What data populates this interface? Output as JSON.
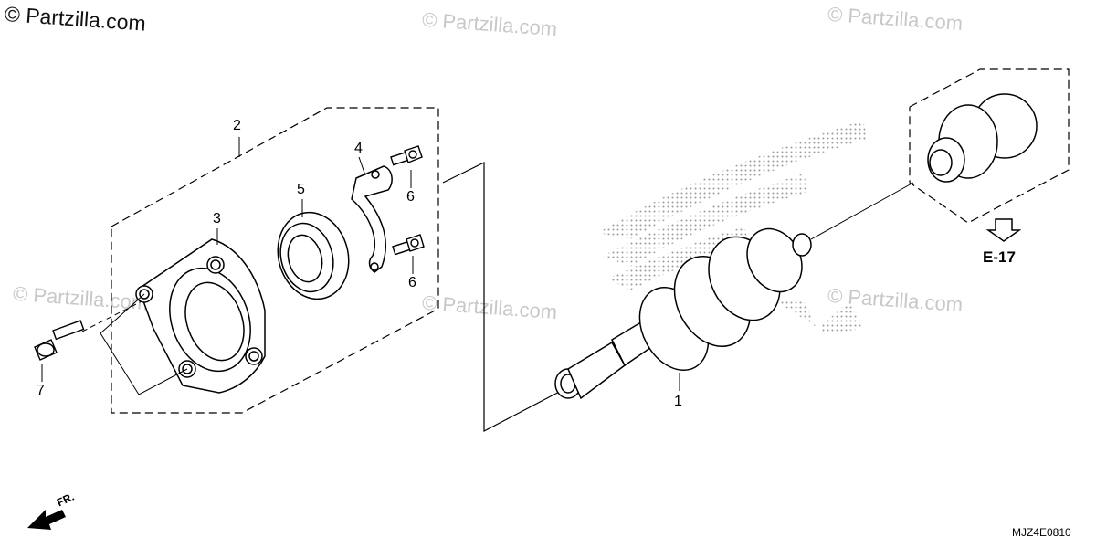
{
  "watermark": {
    "main": "© Partzilla.com",
    "repeat": "© Partzilla.com"
  },
  "callouts": {
    "part_1": "1",
    "part_2": "2",
    "part_3": "3",
    "part_4": "4",
    "part_5": "5",
    "part_6a": "6",
    "part_6b": "6",
    "part_7": "7"
  },
  "reference": {
    "label": "E-17"
  },
  "diagram_code": "MJZ4E0810",
  "direction": {
    "label": "FR."
  },
  "colors": {
    "line": "#000000",
    "dots": "#9a9a9a",
    "watermark": "#c8c8c8"
  }
}
